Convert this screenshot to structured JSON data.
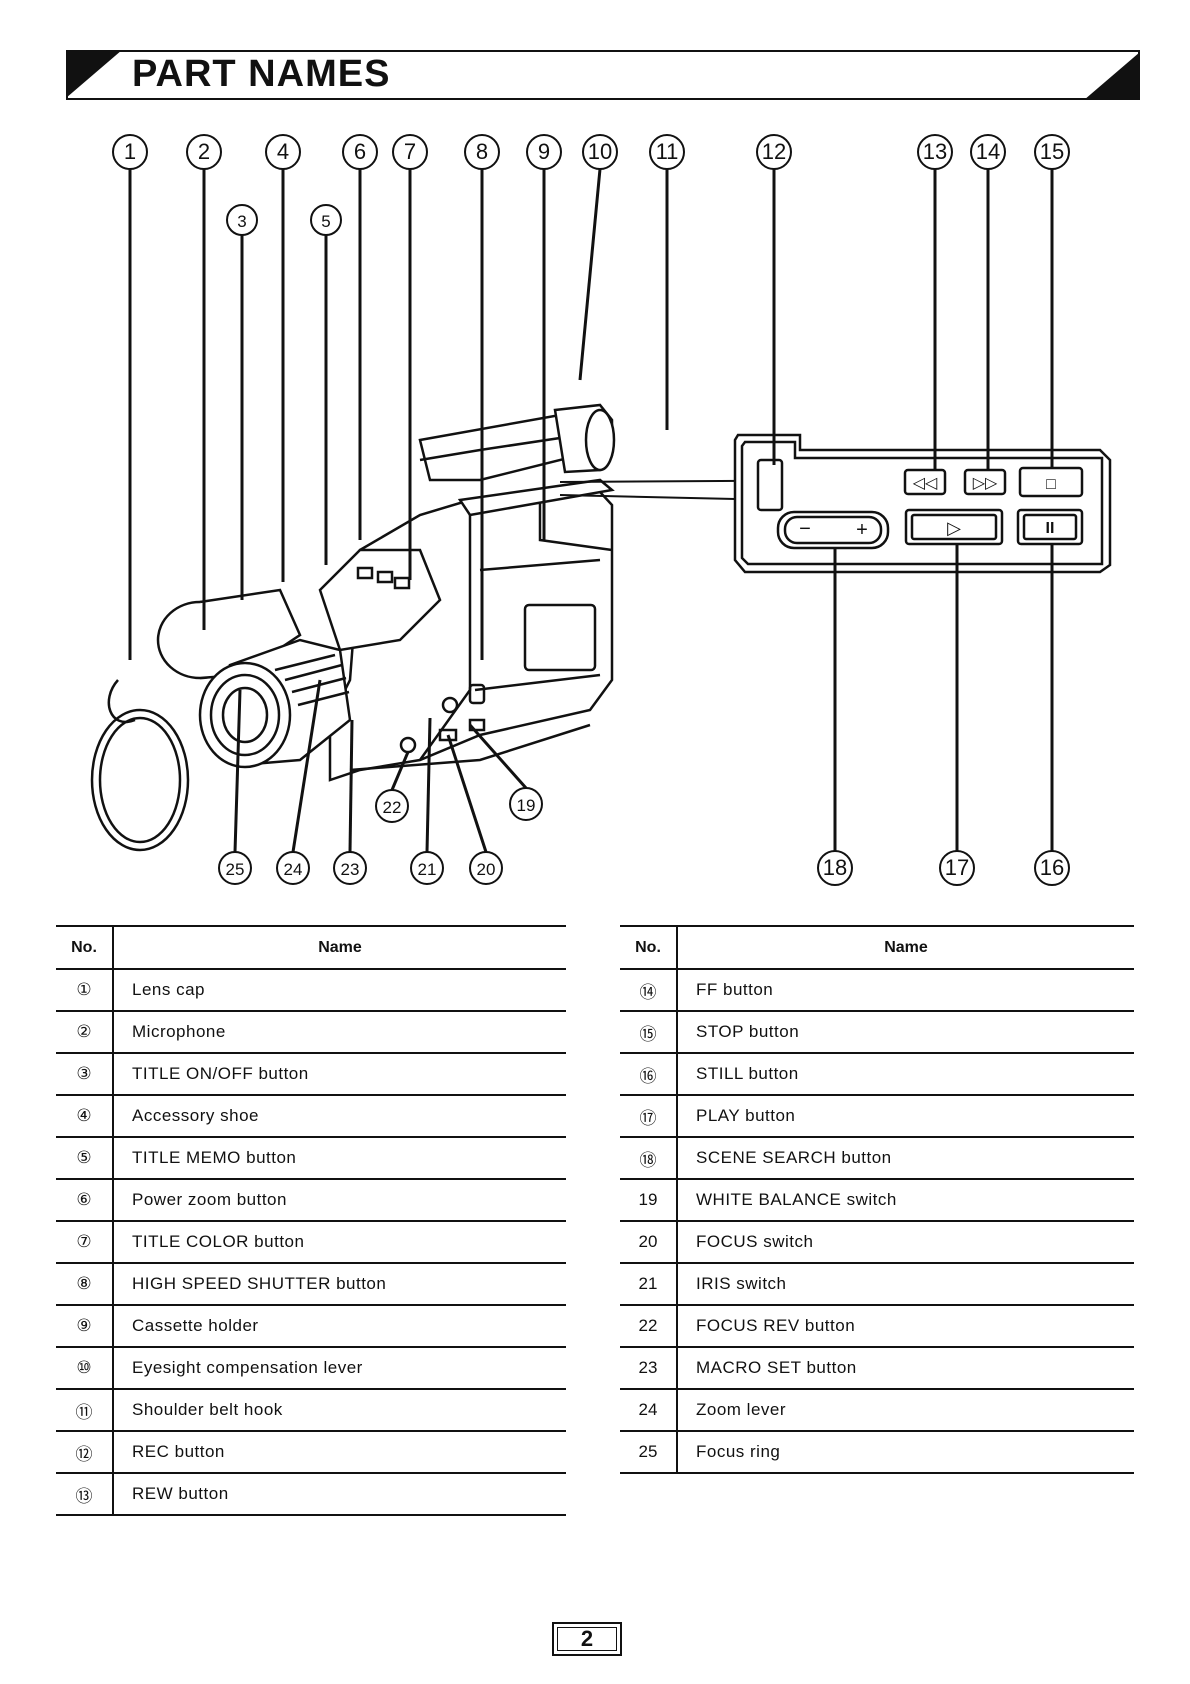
{
  "header": {
    "title": "PART NAMES"
  },
  "diagram": {
    "callouts": [
      "1",
      "2",
      "3",
      "4",
      "5",
      "6",
      "7",
      "8",
      "9",
      "10",
      "11",
      "12",
      "13",
      "14",
      "15",
      "16",
      "17",
      "18",
      "19",
      "20",
      "21",
      "22",
      "23",
      "24",
      "25"
    ],
    "control_panel": {
      "rew_symbol": "◁◁",
      "ff_symbol": "▷▷",
      "stop_symbol": "□",
      "minus_symbol": "−",
      "plus_symbol": "+",
      "play_symbol": "▷",
      "still_symbol": "II"
    }
  },
  "table_left": {
    "header_no": "No.",
    "header_name": "Name",
    "rows": [
      {
        "no": "①",
        "name": "Lens cap"
      },
      {
        "no": "②",
        "name": "Microphone"
      },
      {
        "no": "③",
        "name": "TITLE ON/OFF button"
      },
      {
        "no": "④",
        "name": "Accessory shoe"
      },
      {
        "no": "⑤",
        "name": "TITLE MEMO button"
      },
      {
        "no": "⑥",
        "name": "Power zoom button"
      },
      {
        "no": "⑦",
        "name": "TITLE COLOR button"
      },
      {
        "no": "⑧",
        "name": "HIGH SPEED SHUTTER button"
      },
      {
        "no": "⑨",
        "name": "Cassette holder"
      },
      {
        "no": "⑩",
        "name": "Eyesight compensation lever"
      },
      {
        "no": "⑪",
        "name": "Shoulder belt hook"
      },
      {
        "no": "⑫",
        "name": "REC button"
      },
      {
        "no": "⑬",
        "name": "REW button"
      }
    ]
  },
  "table_right": {
    "header_no": "No.",
    "header_name": "Name",
    "rows": [
      {
        "no": "⑭",
        "name": "FF button"
      },
      {
        "no": "⑮",
        "name": "STOP button"
      },
      {
        "no": "⑯",
        "name": "STILL button"
      },
      {
        "no": "⑰",
        "name": "PLAY button"
      },
      {
        "no": "⑱",
        "name": "SCENE SEARCH button"
      },
      {
        "no": "19",
        "name": "WHITE BALANCE switch"
      },
      {
        "no": "20",
        "name": "FOCUS switch"
      },
      {
        "no": "21",
        "name": "IRIS switch"
      },
      {
        "no": "22",
        "name": "FOCUS REV button"
      },
      {
        "no": "23",
        "name": "MACRO SET button"
      },
      {
        "no": "24",
        "name": "Zoom lever"
      },
      {
        "no": "25",
        "name": "Focus ring"
      }
    ]
  },
  "footer": {
    "page_number": "2"
  }
}
